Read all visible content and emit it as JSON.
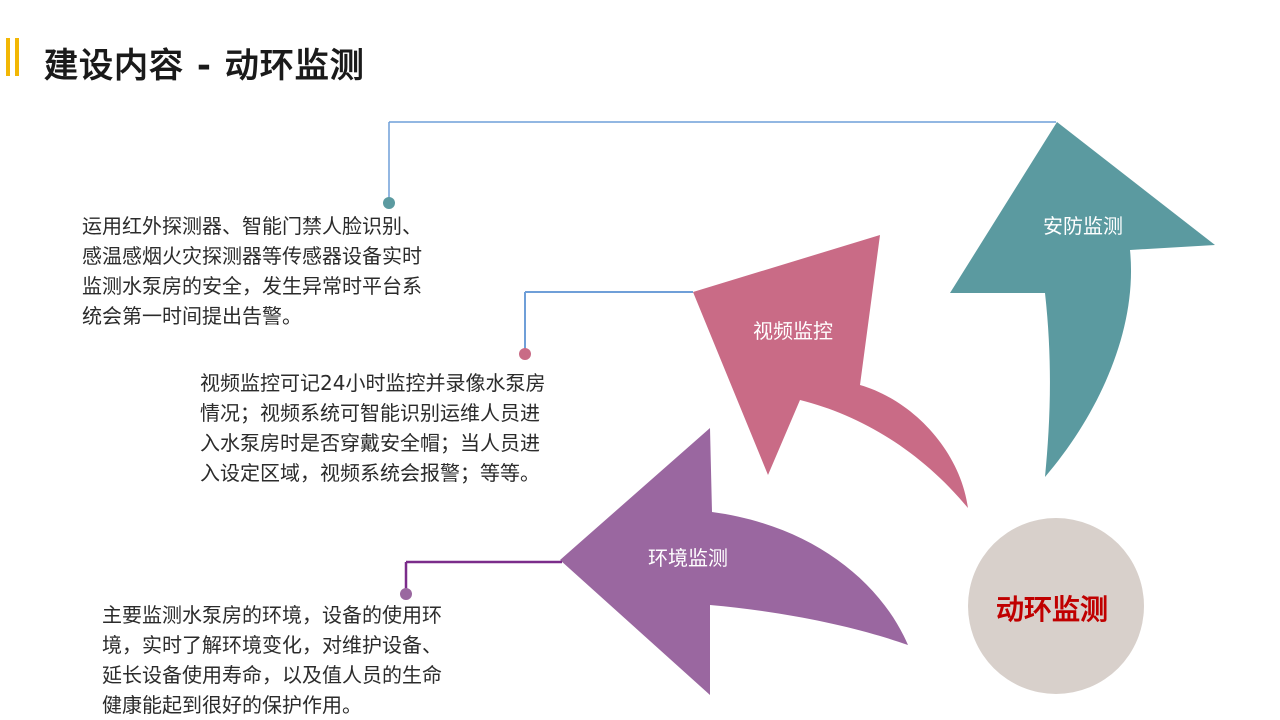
{
  "title": "建设内容 - 动环监测",
  "center": {
    "label": "动环监测"
  },
  "modules": [
    {
      "label": "安防监测",
      "color": "#5b9aa0",
      "description": "运用红外探测器、智能门禁人脸识别、\n感温感烟火灾探测器等传感器设备实时\n监测水泵房的安全，发生异常时平台系\n统会第一时间提出告警。"
    },
    {
      "label": "视频监控",
      "color": "#c96b86",
      "description": "视频监控可记24小时监控并录像水泵房\n情况；视频系统可智能识别运维人员进\n入水泵房时是否穿戴安全帽；当人员进\n入设定区域，视频系统会报警；等等。"
    },
    {
      "label": "环境监测",
      "color": "#9a67a0",
      "description": "主要监测水泵房的环境，设备的使用环\n境，实时了解环境变化，对维护设备、\n延长设备使用寿命，以及值人员的生命\n健康能起到很好的保护作用。"
    }
  ],
  "colors": {
    "accent": "#f2b705",
    "hub_fill": "#d8d0cb",
    "hub_text": "#c00000",
    "connector_blue": "#6f9fd8"
  }
}
